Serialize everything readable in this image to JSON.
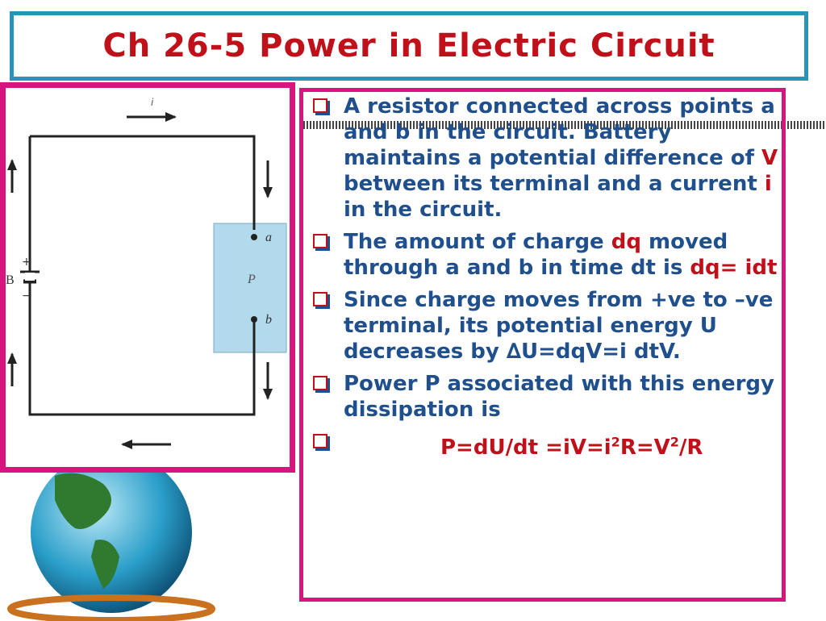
{
  "slide": {
    "title": "Ch 26-5 Power in Electric Circuit"
  },
  "diagram": {
    "labels": {
      "battery": "B",
      "plus": "+",
      "minus": "−",
      "a": "a",
      "b": "b",
      "resistor": "P",
      "current": "i"
    }
  },
  "bullets": {
    "b1": {
      "text1": "A resistor connected across points a and b in the circuit. Battery maintains a potential difference of ",
      "v": "V",
      "text2": " between its terminal and a current ",
      "i": "i",
      "text3": " in the circuit."
    },
    "b2": {
      "text1": "The amount of charge ",
      "dq": "dq",
      "text2": " moved through a and b in time dt is ",
      "eq": "dq=  idt"
    },
    "b3": {
      "text": "Since charge moves from +ve to –ve terminal, its potential energy U decreases by ",
      "eq": "∆U=dqV=i dtV."
    },
    "b4": {
      "text": "Power P associated with this energy dissipation is"
    },
    "b5": {
      "p1": "P=dU/dt =iV=i",
      "sup1": "2",
      "p2": "R=V",
      "sup2": "2",
      "p3": "/R"
    }
  },
  "colors": {
    "title": "#c0101a",
    "text": "#1f4f8c",
    "border": "#d6167e",
    "title_border": "#2a93b8"
  }
}
